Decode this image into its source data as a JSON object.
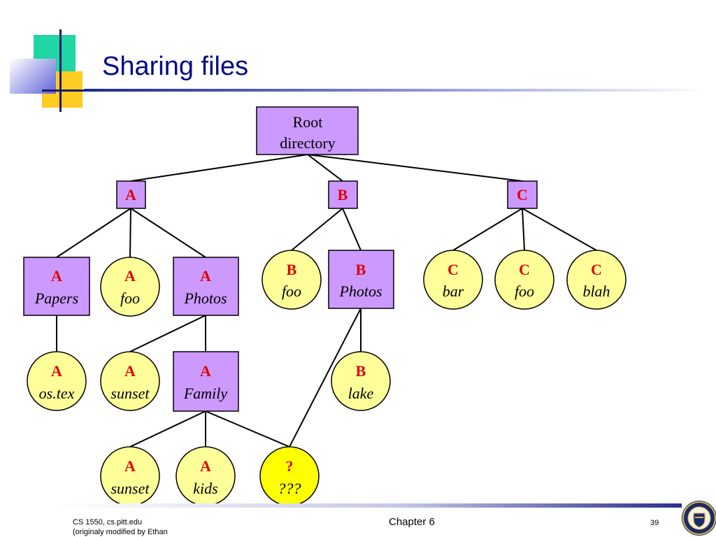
{
  "title": "Sharing files",
  "colors": {
    "dir_fill": "#cc99ff",
    "file_fill": "#ffff99",
    "unknown_fill": "#ffff00",
    "owner_text": "#e00000"
  },
  "nodes": {
    "root": {
      "owner": "",
      "name": "Root",
      "name2": "directory"
    },
    "A": {
      "owner": "A",
      "name": ""
    },
    "B": {
      "owner": "B",
      "name": ""
    },
    "C": {
      "owner": "C",
      "name": ""
    },
    "A_papers": {
      "owner": "A",
      "name": "Papers"
    },
    "A_foo": {
      "owner": "A",
      "name": "foo"
    },
    "A_photos": {
      "owner": "A",
      "name": "Photos"
    },
    "B_foo": {
      "owner": "B",
      "name": "foo"
    },
    "B_photos": {
      "owner": "B",
      "name": "Photos"
    },
    "C_bar": {
      "owner": "C",
      "name": "bar"
    },
    "C_foo": {
      "owner": "C",
      "name": "foo"
    },
    "C_blah": {
      "owner": "C",
      "name": "blah"
    },
    "A_ostex": {
      "owner": "A",
      "name": "os.tex"
    },
    "A_sunset1": {
      "owner": "A",
      "name": "sunset"
    },
    "A_family": {
      "owner": "A",
      "name": "Family"
    },
    "B_lake": {
      "owner": "B",
      "name": "lake"
    },
    "A_sunset2": {
      "owner": "A",
      "name": "sunset"
    },
    "A_kids": {
      "owner": "A",
      "name": "kids"
    },
    "unknown": {
      "owner": "?",
      "name": "???"
    }
  },
  "footer": {
    "left_line1": "CS 1550, cs.pitt.edu",
    "left_line2": "(originaly modified by Ethan",
    "center": "Chapter 6",
    "page_number": "39"
  },
  "icons": {
    "seal": "university-seal-icon"
  }
}
